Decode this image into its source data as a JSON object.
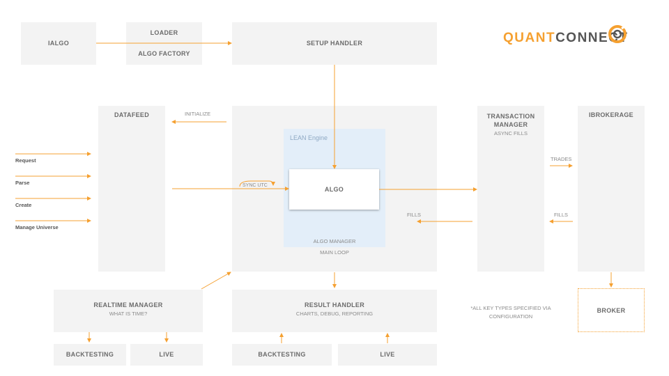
{
  "top": {
    "ialgo": "IALGO",
    "loader": "LOADER",
    "algo_factory": "ALGO FACTORY",
    "setup_handler": "SETUP HANDLER"
  },
  "logo": {
    "part1": "QUANT",
    "part2": "CONNECT",
    "icon": "quantconnect-swirl-icon"
  },
  "datafeed": {
    "title": "DATAFEED",
    "initialize": "INITIALIZE",
    "inputs": [
      "Request",
      "Parse",
      "Create",
      "Manage Universe"
    ]
  },
  "engine": {
    "lean_label": "LEAN Engine",
    "algo": "ALGO",
    "sync_utc": "SYNC UTC",
    "algo_manager": "ALGO MANAGER",
    "main_loop": "MAIN LOOP"
  },
  "transaction": {
    "title_line1": "TRANSACTION",
    "title_line2": "MANAGER",
    "subtitle": "ASYNC FILLS",
    "fills_left": "FILLS",
    "trades": "TRADES",
    "fills_right": "FILLS"
  },
  "ibrokerage": {
    "title": "IBROKERAGE"
  },
  "broker": {
    "title": "BROKER"
  },
  "note": {
    "line1": "*ALL KEY TYPES SPECIFIED VIA",
    "line2": "CONFIGURATION"
  },
  "realtime": {
    "title": "REALTIME MANAGER",
    "subtitle": "WHAT IS TIME?",
    "backtesting": "BACKTESTING",
    "live": "LIVE"
  },
  "result": {
    "title": "RESULT HANDLER",
    "subtitle": "CHARTS, DEBUG, REPORTING",
    "backtesting": "BACKTESTING",
    "live": "LIVE"
  },
  "colors": {
    "arrow": "#f5a030",
    "box": "#f3f3f3",
    "engine": "#e3eef9",
    "text": "#6b6b6b"
  }
}
